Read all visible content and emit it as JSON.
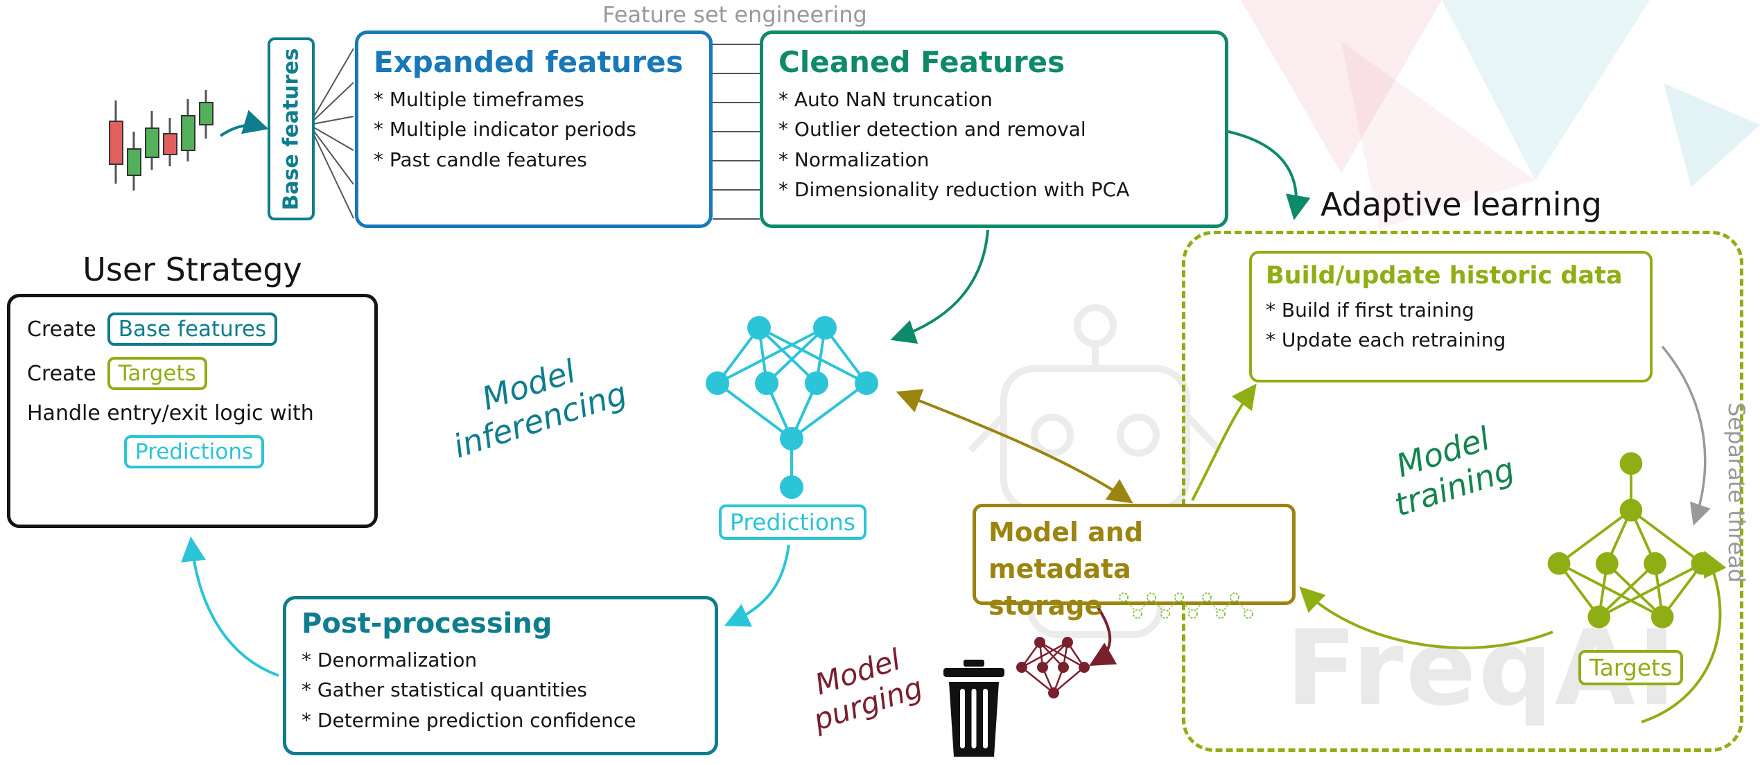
{
  "colors": {
    "blue": "#1878b8",
    "teal": "#0e7d8e",
    "green_teal": "#0d8a6a",
    "cyan": "#2cc4d7",
    "yellowgreen": "#8fae14",
    "dark_green": "#13854d",
    "gold": "#9c8410",
    "maroon": "#79202c",
    "gray": "#999999",
    "ink": "#141414",
    "candle_red": "#e06060",
    "candle_green": "#53b05b",
    "mini_net_green": "#86c440",
    "watermark": "#ebebeb"
  },
  "top": {
    "engineering_label": "Feature set engineering"
  },
  "pipeline": {
    "base_features": {
      "label": "Base features"
    },
    "expanded": {
      "title": "Expanded features",
      "items": [
        "* Multiple timeframes",
        "* Multiple indicator periods",
        "* Past candle features"
      ]
    },
    "cleaned": {
      "title": "Cleaned Features",
      "items": [
        "* Auto NaN truncation",
        "* Outlier detection and removal",
        "* Normalization",
        "* Dimensionality reduction with PCA"
      ]
    }
  },
  "user_strategy": {
    "title": "User Strategy",
    "create_label_1": "Create",
    "chip_base": "Base features",
    "create_label_2": "Create",
    "chip_targets": "Targets",
    "handle_line": "Handle entry/exit logic with",
    "chip_predictions": "Predictions"
  },
  "inference": {
    "label_line1": "Model",
    "label_line2": "inferencing",
    "predictions_chip": "Predictions"
  },
  "adaptive": {
    "title": "Adaptive learning",
    "build_update": {
      "title": "Build/update historic data",
      "items": [
        "* Build if first training",
        "* Update each retraining"
      ]
    },
    "training_label_line1": "Model",
    "training_label_line2": "training",
    "targets_chip": "Targets",
    "separate_thread": "Separate thread"
  },
  "storage": {
    "title_line1": "Model and metadata",
    "title_line2": "storage"
  },
  "post_processing": {
    "title": "Post-processing",
    "items": [
      "* Denormalization",
      "* Gather statistical quantities",
      "* Determine prediction confidence"
    ]
  },
  "purge": {
    "label_line1": "Model",
    "label_line2": "purging"
  },
  "watermark": {
    "brand": "FreqAI"
  }
}
